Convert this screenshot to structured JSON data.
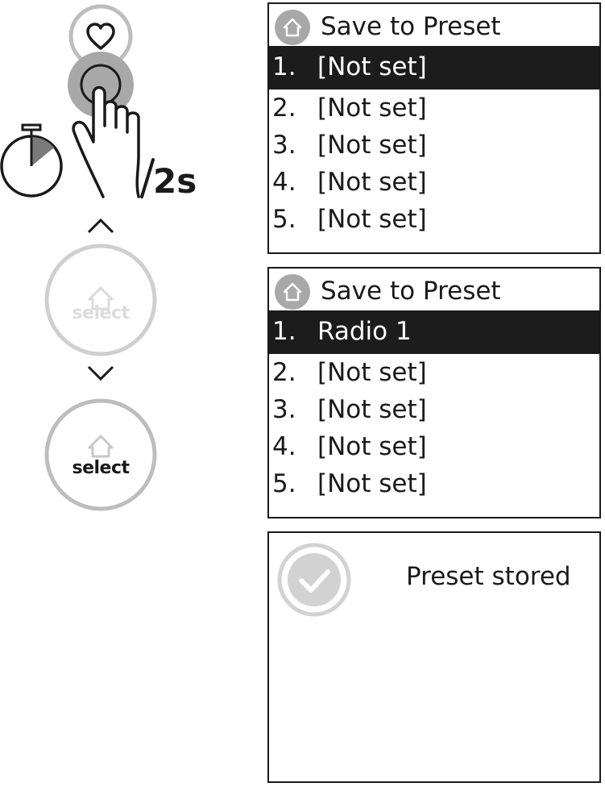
{
  "instruction": {
    "duration_label": "2s",
    "select_button_faded_label": "select",
    "select_button_label": "select",
    "icons": [
      "heart-icon",
      "stopwatch-icon",
      "hand-press-icon",
      "chevron-up-icon",
      "chevron-down-icon",
      "home-icon"
    ]
  },
  "screen1": {
    "title": "Save to Preset",
    "items": [
      {
        "num": "1.",
        "label": "[Not set]",
        "selected": true
      },
      {
        "num": "2.",
        "label": "[Not set]",
        "selected": false
      },
      {
        "num": "3.",
        "label": "[Not set]",
        "selected": false
      },
      {
        "num": "4.",
        "label": "[Not set]",
        "selected": false
      },
      {
        "num": "5.",
        "label": "[Not set]",
        "selected": false
      }
    ]
  },
  "screen2": {
    "title": "Save to Preset",
    "items": [
      {
        "num": "1.",
        "label": "Radio 1",
        "selected": true
      },
      {
        "num": "2.",
        "label": "[Not set]",
        "selected": false
      },
      {
        "num": "3.",
        "label": "[Not set]",
        "selected": false
      },
      {
        "num": "4.",
        "label": "[Not set]",
        "selected": false
      },
      {
        "num": "5.",
        "label": "[Not set]",
        "selected": false
      }
    ]
  },
  "screen3": {
    "message": "Preset stored",
    "icon": "checkmark-icon"
  },
  "colors": {
    "selection": "#1c1c1c",
    "grey_button": "#a8a8a8",
    "light_grey": "#cfcfcf",
    "outline": "#1a1a1a"
  }
}
